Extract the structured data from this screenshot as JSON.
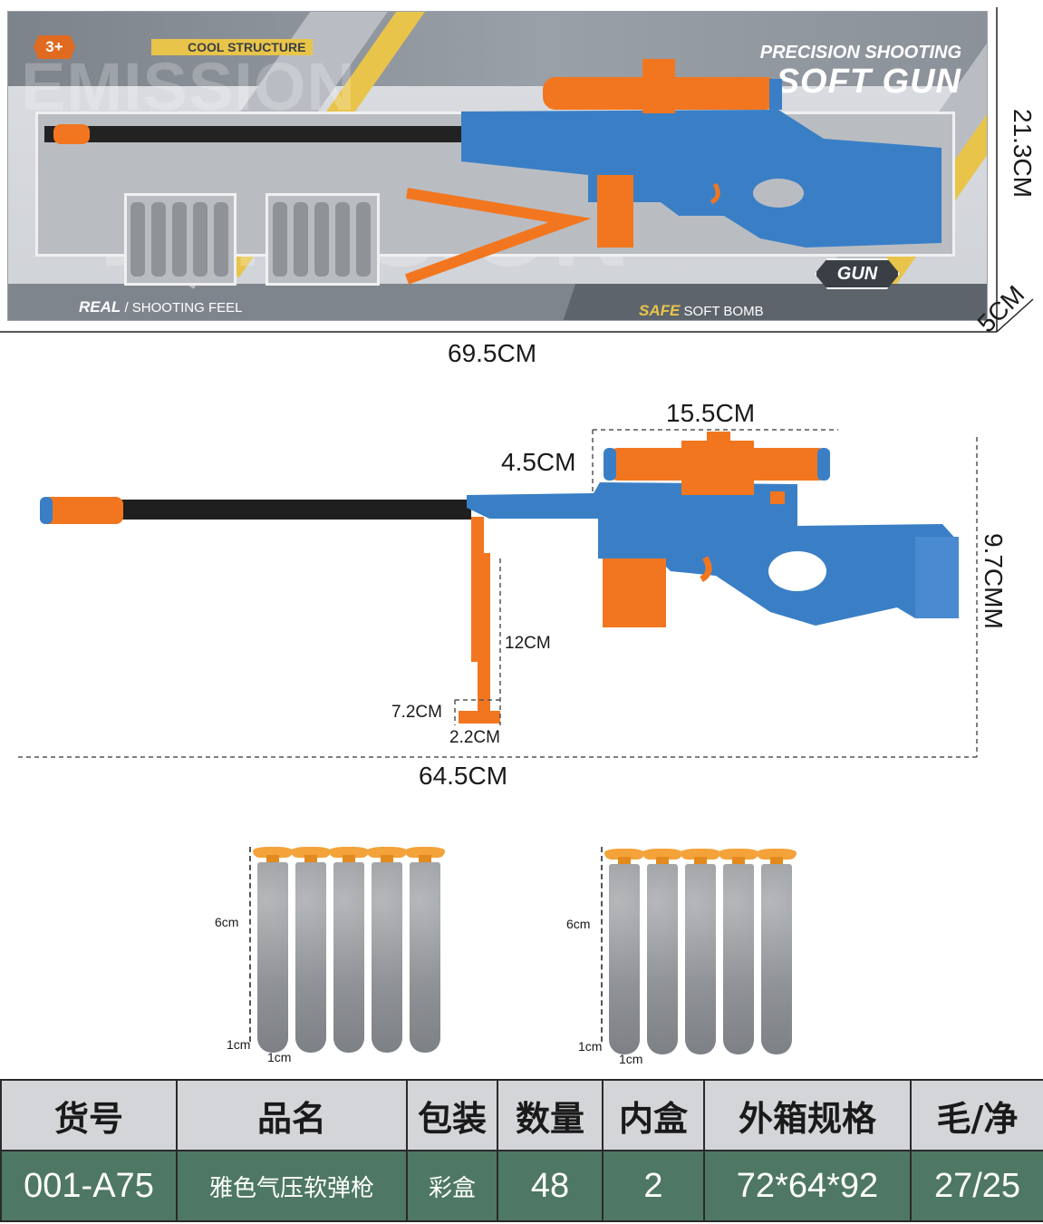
{
  "box": {
    "age_badge": "3+",
    "cool_structure": "COOL STRUCTURE",
    "bg_word": "EMISSION",
    "subtitle": "PRECISION SHOOTING",
    "title": "SOFT GUN",
    "real_strong": "REAL",
    "real_rest": "/ SHOOTING FEEL",
    "safe_strong": "SAFE",
    "safe_rest": "SOFT BOMB",
    "gun_badge": "GUN"
  },
  "dimensions": {
    "box_width": "69.5CM",
    "box_height": "21.3CM",
    "box_depth": "5CM",
    "scope_length": "15.5CM",
    "scope_height": "4.5CM",
    "gun_height": "9.7CMM",
    "gun_length": "64.5CM",
    "bipod_length": "12CM",
    "bipod_foot_width": "7.2CM",
    "bipod_foot_height": "2.2CM"
  },
  "darts": {
    "left_group": {
      "length": "6cm",
      "width": "1cm",
      "depth": "1cm"
    },
    "right_group": {
      "length": "6cm",
      "width": "1cm",
      "depth": "1cm"
    }
  },
  "spec_table": {
    "headers": [
      "货号",
      "品名",
      "包装",
      "数量",
      "内盒",
      "外箱规格",
      "毛/净"
    ],
    "row": [
      "001-A75",
      "雅色气压软弹枪",
      "彩盒",
      "48",
      "2",
      "72*64*92",
      "27/25"
    ]
  },
  "colors": {
    "gun_blue": "#3a7fc6",
    "accent_orange": "#f2761f",
    "table_row_green": "#4e7863",
    "table_head_gray": "#d3d5d8",
    "box_yellow": "#e8c44a"
  }
}
